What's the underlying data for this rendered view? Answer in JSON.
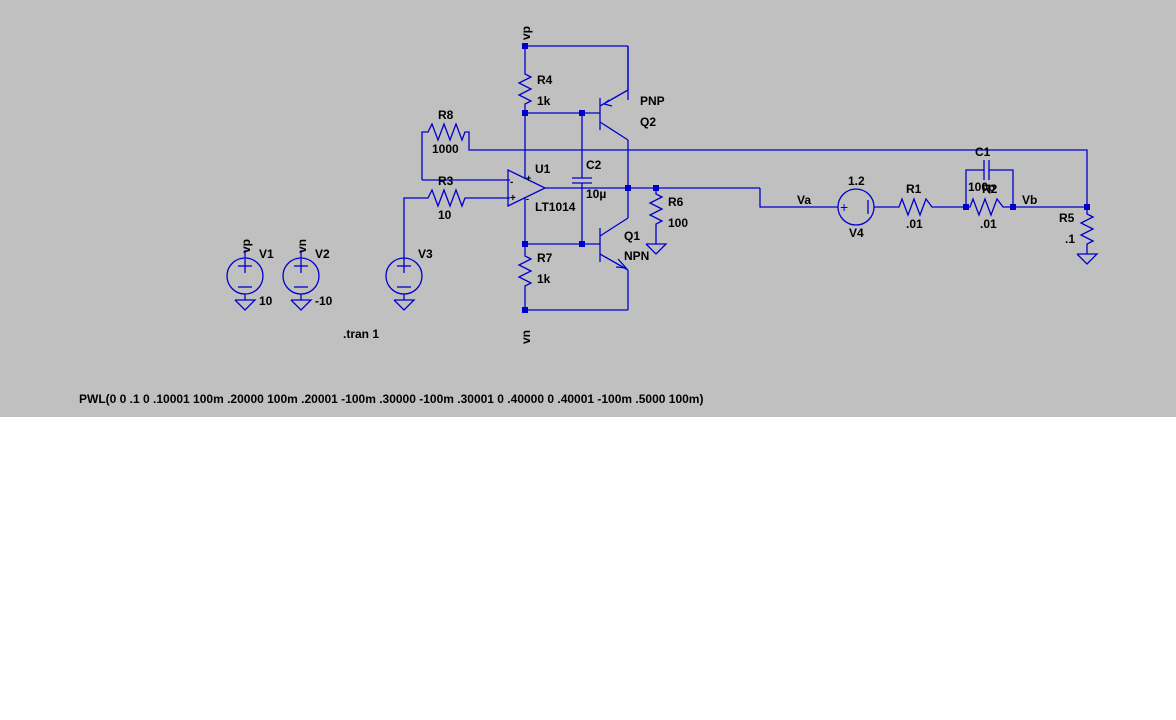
{
  "nets": {
    "vp_top": "vp",
    "vn_bottom": "vn",
    "vp_v1": "vp",
    "vn_v2": "vn",
    "va": "Va",
    "vb": "Vb"
  },
  "components": {
    "R4": {
      "name": "R4",
      "value": "1k"
    },
    "R7": {
      "name": "R7",
      "value": "1k"
    },
    "R8": {
      "name": "R8",
      "value": "1000"
    },
    "R3": {
      "name": "R3",
      "value": "10"
    },
    "R6": {
      "name": "R6",
      "value": "100"
    },
    "R1": {
      "name": "R1",
      "value": ".01"
    },
    "R2": {
      "name": "R2",
      "value": ".01"
    },
    "R5": {
      "name": "R5",
      "value": ".1"
    },
    "C1": {
      "name": "C1",
      "value": "100p"
    },
    "C2": {
      "name": "C2",
      "value": "10µ"
    },
    "U1": {
      "name": "U1",
      "value": "LT1014"
    },
    "Q1": {
      "name": "Q1",
      "value": "NPN"
    },
    "Q2": {
      "name": "Q2",
      "value": "PNP"
    },
    "V1": {
      "name": "V1",
      "value": "10"
    },
    "V2": {
      "name": "V2",
      "value": "-10"
    },
    "V3": {
      "name": "V3"
    },
    "V4": {
      "name": "V4",
      "value": "1.2"
    }
  },
  "directive": ".tran 1",
  "pwl": "PWL(0 0 .1 0 .10001 100m .20000 100m .20001 -100m .30000 -100m .30001 0 .40000 0 .40001 -100m .5000 100m)",
  "colors": {
    "background": "#c0c0c0",
    "wire": "#0000cc",
    "text": "#000000"
  }
}
